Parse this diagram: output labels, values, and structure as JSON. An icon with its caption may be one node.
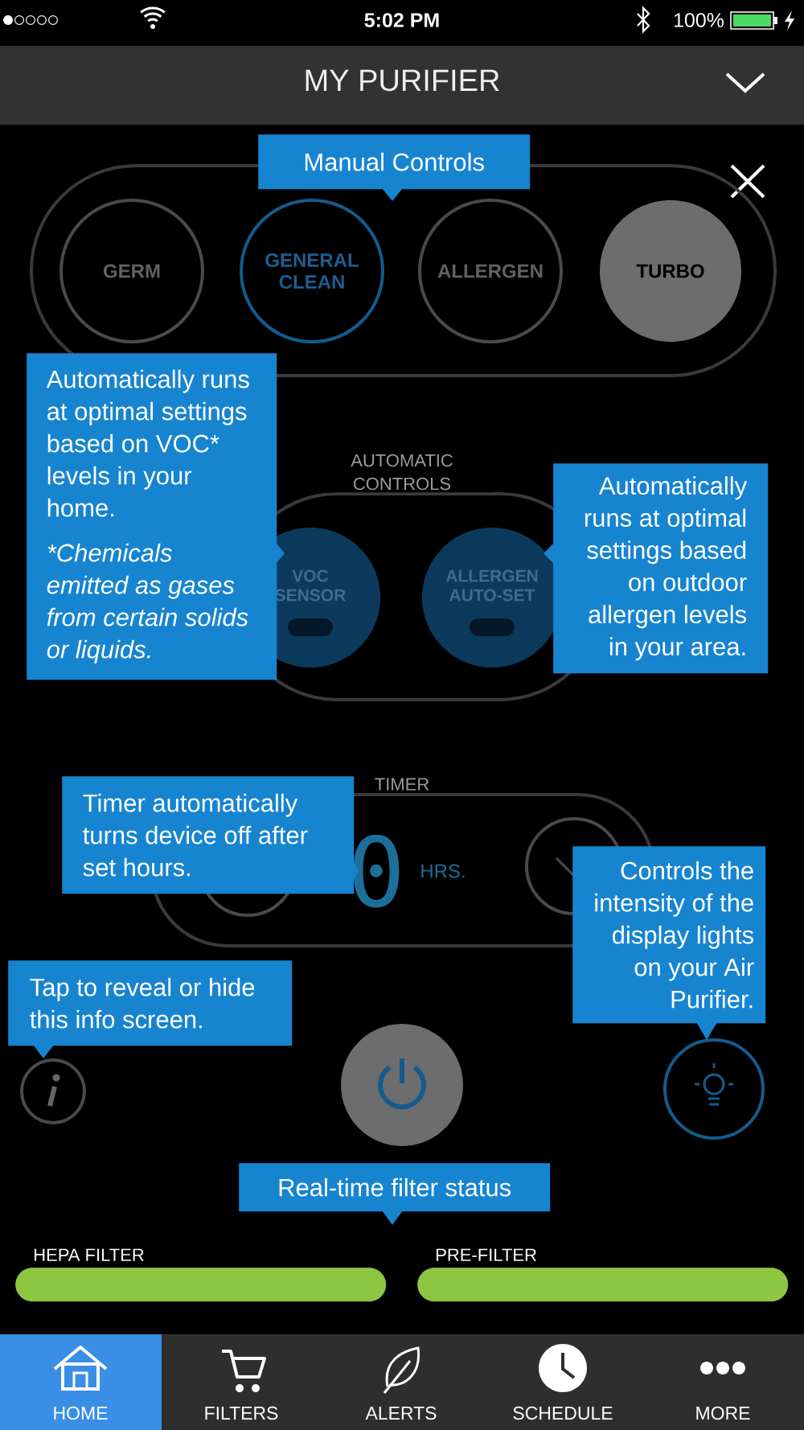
{
  "diagram": {
    "title": "MY PURIFIER",
    "nodes": [
      {
        "text": [
          "Manual Controls"
        ]
      },
      {
        "text": [],
        "shape": "box"
      },
      {
        "text": [
          "GERM"
        ],
        "in": 1
      },
      {
        "text": [
          "GENERAL CLEAN"
        ],
        "in": 1
      },
      {
        "text": [
          "ALLERGEN"
        ],
        "in": 1
      },
      {
        "text": [
          "TURBO"
        ],
        "in": 1
      },
      {
        "text": [
          "Automatically runs at optimal settings based on VOC* levels in your home.",
          "*Chemicals emitted as gases from certain solids or liquids."
        ]
      },
      {
        "text": [
          "AUTOMATIC CONTROLS"
        ]
      },
      {
        "text": [
          "VOC SENSOR"
        ],
        "in": 7
      },
      {
        "text": [
          "ALLERGEN AUTO-SET"
        ],
        "in": 7
      },
      {
        "text": [
          "Automatically runs at optimal settings based on outdoor allergen levels in your area."
        ]
      },
      {
        "text": [
          "TIMER"
        ]
      },
      {
        "text": [
          "Timer automatically turns device off after set hours."
        ]
      },
      {
        "text": [],
        "shape": "circle",
        "in": 11
      },
      {
        "text": [],
        "shape": "circle",
        "in": 11
      },
      {
        "text": [
          "Controls the intensity of the display lights on your Air Purifier."
        ]
      },
      {
        "text": [
          "Tap to reveal or hide this info screen."
        ]
      },
      {
        "text": [],
        "shape": "circle"
      },
      {
        "text": [],
        "shape": "circle"
      },
      {
        "text": [],
        "shape": "circle"
      },
      {
        "text": [
          "Real-time filter status"
        ]
      },
      {
        "text": [
          "HEPA FILTER"
        ]
      },
      {
        "text": [
          "PRE-FILTER"
        ]
      }
    ],
    "labels": [
      "5:02 PM",
      "100%",
      "0",
      "HRS.",
      "HOME",
      "FILTERS",
      "ALERTS",
      "SCHEDULE",
      "MORE"
    ]
  }
}
